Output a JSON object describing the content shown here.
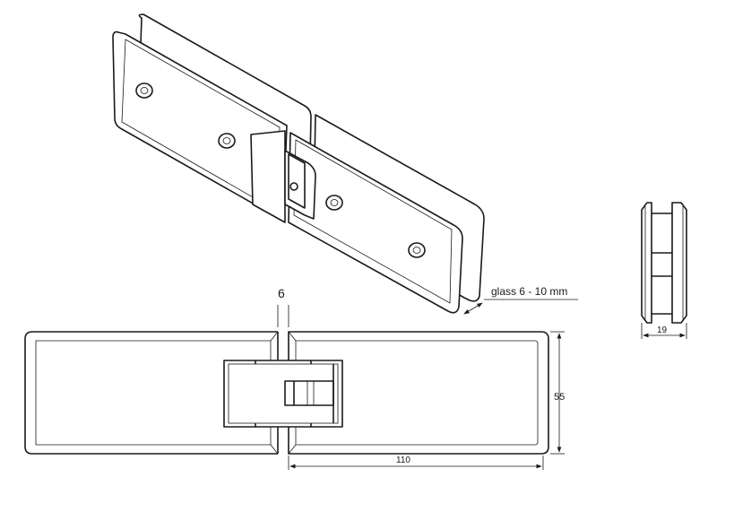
{
  "labels": {
    "glass_thickness": "glass 6 - 10 mm",
    "gap": "6",
    "height": "55",
    "length": "110",
    "depth": "19"
  }
}
